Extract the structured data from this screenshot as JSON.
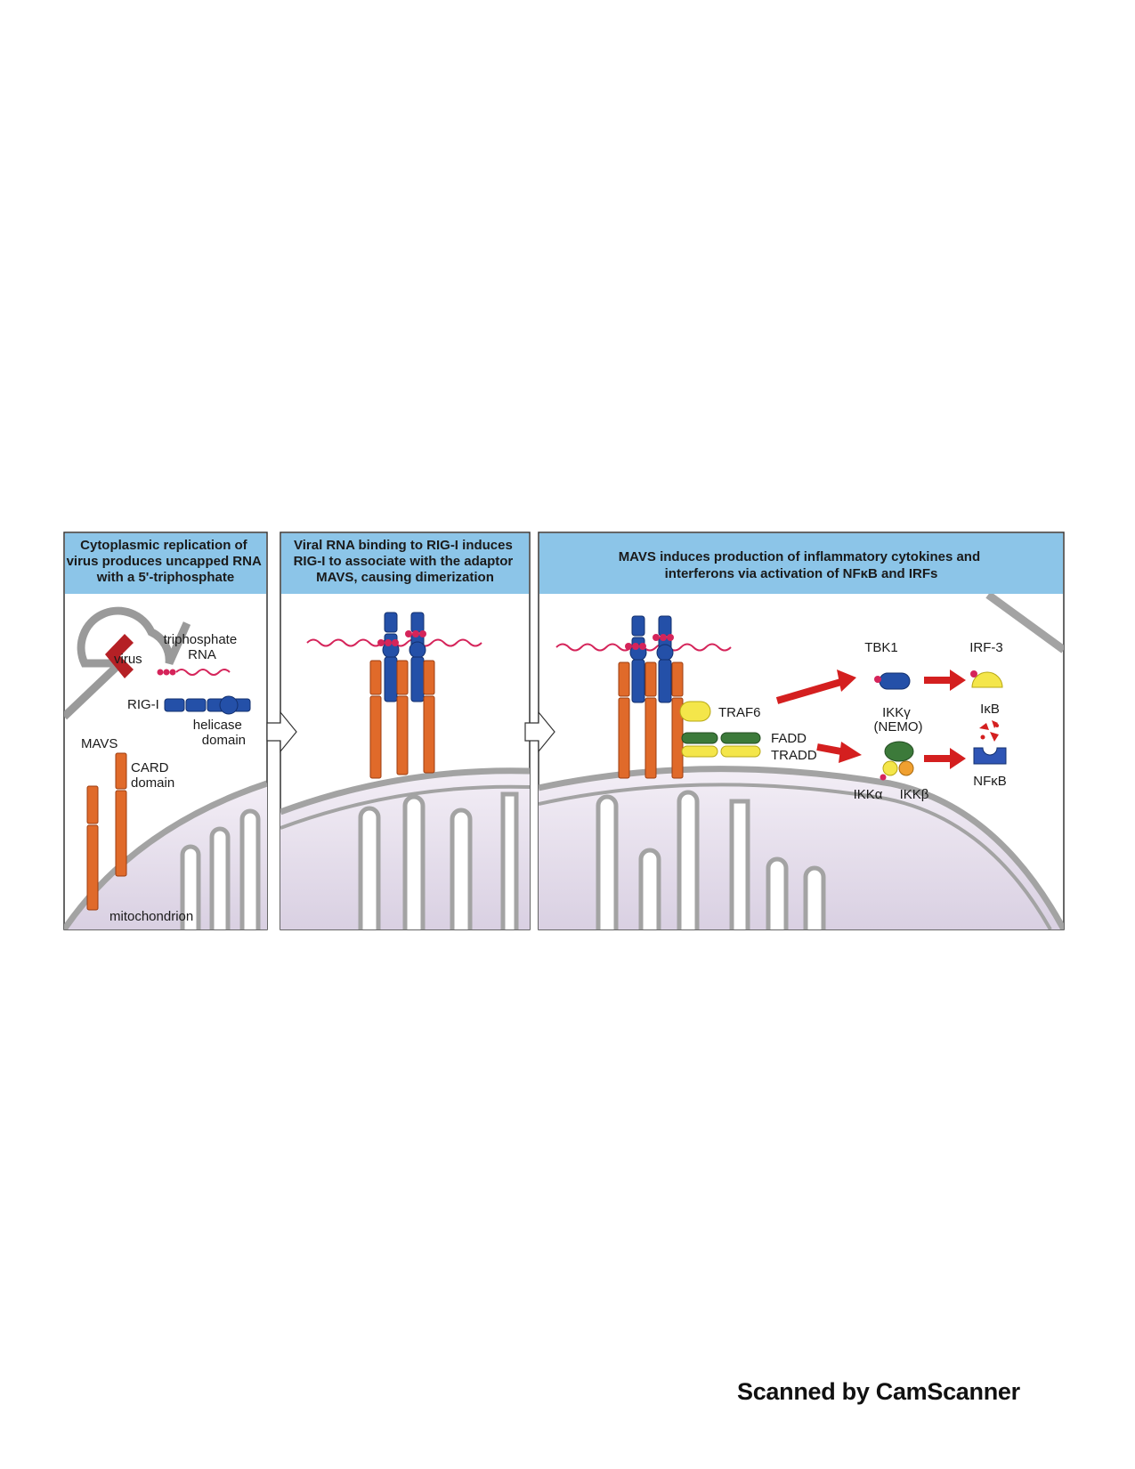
{
  "panels": [
    {
      "header": [
        "Cytoplasmic replication of",
        "virus produces uncapped RNA",
        "with a 5'-triphosphate"
      ],
      "labels": {
        "virus": "virus",
        "triphosphate_rna": [
          "triphosphate",
          "RNA"
        ],
        "rig_i": "RIG-I",
        "helicase": [
          "helicase",
          "domain"
        ],
        "mavs": "MAVS",
        "card": [
          "CARD",
          "domain"
        ],
        "mitochondrion": "mitochondrion"
      }
    },
    {
      "header": [
        "Viral RNA binding to RIG-I induces",
        "RIG-I to associate with the adaptor",
        "MAVS, causing dimerization"
      ]
    },
    {
      "header": [
        "MAVS induces production of inflammatory cytokines and",
        "interferons via activation of NFκB and IRFs"
      ],
      "labels": {
        "traf6": "TRAF6",
        "fadd": "FADD",
        "tradd": "TRADD",
        "tbk1": "TBK1",
        "irf3": "IRF-3",
        "ikk_gamma": [
          "IKKγ",
          "(NEMO)"
        ],
        "ikk_alpha": "IKKα",
        "ikk_beta": "IKKβ",
        "ikb": "IκB",
        "nfkb": "NFκB"
      }
    }
  ],
  "footer": "Scanned by CamScanner",
  "colors": {
    "header_bg": "#8cc5e8",
    "mavs": "#e06a2a",
    "rig_i": "#2450a8",
    "rna": "#d5245a",
    "virus": "#b52025",
    "traf6": "#f4e64a",
    "fadd": "#3c7a3a",
    "arrow": "#d41f1f",
    "nfkb": "#2f55b5",
    "membrane": "#9e9e9e"
  }
}
